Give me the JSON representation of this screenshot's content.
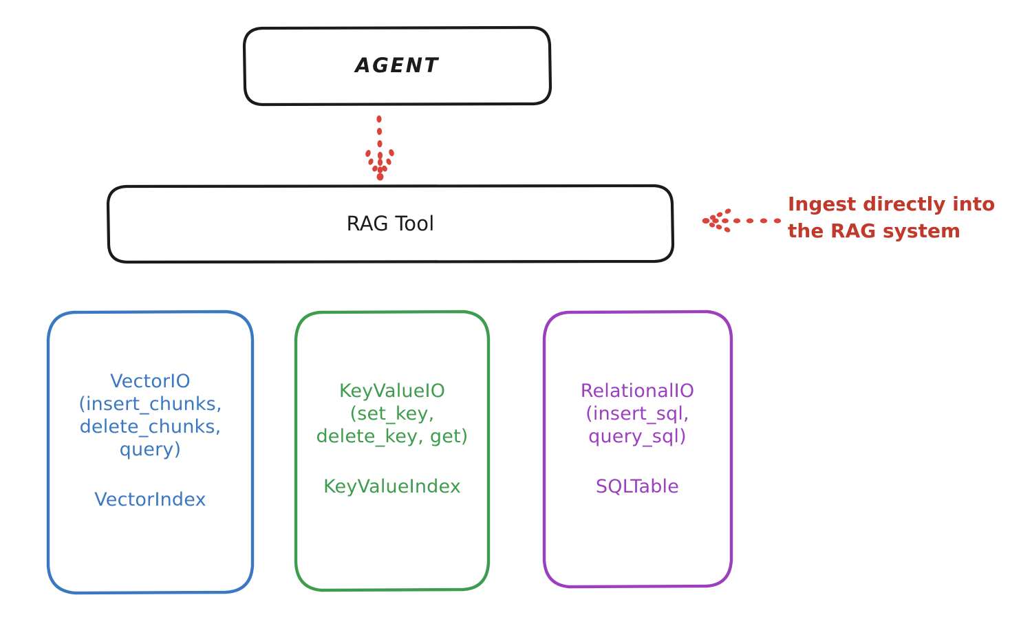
{
  "diagram": {
    "title_nodes": {
      "agent": {
        "label": "AGENT"
      },
      "rag_tool": {
        "label": "RAG Tool"
      }
    },
    "stores": [
      {
        "id": "vector",
        "api_label": "VectorIO\n(insert_chunks,\ndelete_chunks,\nquery)",
        "index_label": "VectorIndex",
        "color": "#3a78c2"
      },
      {
        "id": "keyvalue",
        "api_label": "KeyValueIO\n(set_key,\ndelete_key, get)",
        "index_label": "KeyValueIndex",
        "color": "#3e9c4e"
      },
      {
        "id": "relational",
        "api_label": "RelationalIO\n(insert_sql,\nquery_sql)",
        "index_label": "SQLTable",
        "color": "#9b3fbf"
      }
    ],
    "annotation": {
      "text": "Ingest directly into\nthe RAG system",
      "color": "#c0392b"
    },
    "connectors": [
      {
        "id": "agent-to-ragtool",
        "style": "dotted-arrow",
        "direction": "down",
        "color": "#d9453c"
      },
      {
        "id": "annotation-to-ragtool",
        "style": "dotted-arrow",
        "direction": "left",
        "color": "#d9453c"
      }
    ],
    "stroke_colors": {
      "node_outline": "#1b1b1b",
      "accent_red": "#d9453c"
    }
  }
}
